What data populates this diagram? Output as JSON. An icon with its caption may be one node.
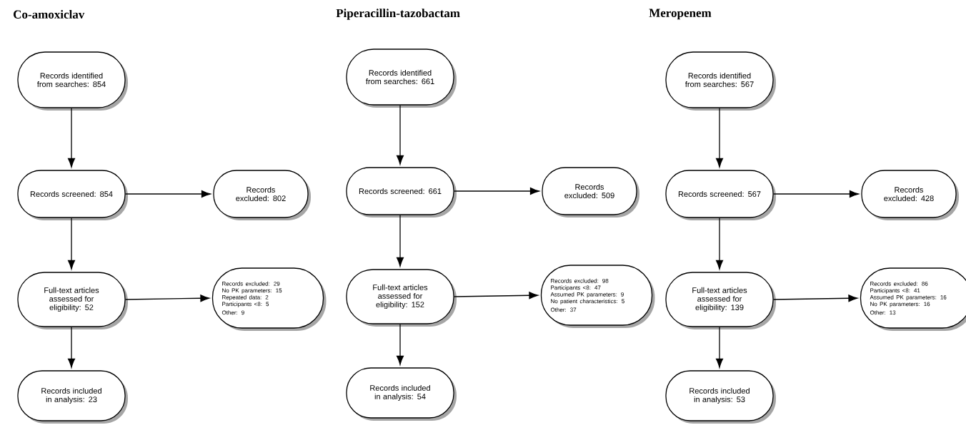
{
  "diagram": {
    "nodes": [
      {
        "text": [
          "Records identified from searches: 854"
        ]
      },
      {
        "text": [
          "Records screened: 854"
        ]
      },
      {
        "text": [
          "Records excluded: 802"
        ]
      },
      {
        "text": [
          "Full-text articles assessed for eligibility: 52"
        ]
      },
      {
        "text": [
          "Records excluded: 29",
          "No PK parameters: 15",
          "Repeated data: 2",
          "Participants <8: 5",
          "Other: 9"
        ]
      },
      {
        "text": [
          "Records included in analysis: 23"
        ]
      },
      {
        "text": [
          "Records identified from searches: 661"
        ]
      },
      {
        "text": [
          "Records screened: 661"
        ]
      },
      {
        "text": [
          "Records excluded: 509"
        ]
      },
      {
        "text": [
          "Full-text articles assessed for eligibility: 152"
        ]
      },
      {
        "text": [
          "Records excluded: 98",
          "Participants <8: 47",
          "Assumed PK parameters: 9",
          "No patient characteristics: 5",
          "Other: 37"
        ]
      },
      {
        "text": [
          "Records included in analysis: 54"
        ]
      },
      {
        "text": [
          "Records identified from searches: 567"
        ]
      },
      {
        "text": [
          "Records screened: 567"
        ]
      },
      {
        "text": [
          "Records excluded: 428"
        ]
      },
      {
        "text": [
          "Full-text articles assessed for eligibility: 139"
        ]
      },
      {
        "text": [
          "Records excluded: 86",
          "Participants <8: 41",
          "Assumed PK parameters: 16",
          "No PK parameters: 16",
          "Other: 13"
        ]
      },
      {
        "text": [
          "Records included in analysis: 53"
        ]
      }
    ],
    "edges": [
      {
        "from": 0,
        "to": 1,
        "arrow": "to"
      },
      {
        "from": 1,
        "to": 2,
        "arrow": "to"
      },
      {
        "from": 1,
        "to": 3,
        "arrow": "to"
      },
      {
        "from": 3,
        "to": 4,
        "arrow": "to"
      },
      {
        "from": 3,
        "to": 5,
        "arrow": "to"
      },
      {
        "from": 6,
        "to": 7,
        "arrow": "to"
      },
      {
        "from": 7,
        "to": 8,
        "arrow": "to"
      },
      {
        "from": 7,
        "to": 9,
        "arrow": "to"
      },
      {
        "from": 9,
        "to": 10,
        "arrow": "to"
      },
      {
        "from": 9,
        "to": 11,
        "arrow": "to"
      },
      {
        "from": 12,
        "to": 13,
        "arrow": "to"
      },
      {
        "from": 13,
        "to": 14,
        "arrow": "to"
      },
      {
        "from": 13,
        "to": 15,
        "arrow": "to"
      },
      {
        "from": 15,
        "to": 16,
        "arrow": "to"
      },
      {
        "from": 15,
        "to": 17,
        "arrow": "to"
      }
    ],
    "labels": [
      "Co-amoxiclav",
      "Piperacillin-tazobactam",
      "Meropenem"
    ]
  }
}
